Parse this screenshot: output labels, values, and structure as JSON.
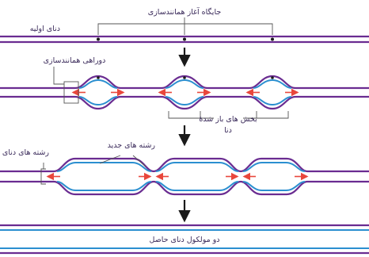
{
  "labels": {
    "origin_sites": "جایگاه آغاز همانندسازی",
    "parent_dna": "دنای اولیه",
    "replication_forks": "دوراهی همانندسازی",
    "replicated_parts": "بخش های باز شدهٔ",
    "replicated_parts_2": "دنا",
    "parent_strands": "رشته های دنای اولیه",
    "new_strands": "رشته های جدید",
    "result": "دو مولکول دنای حاصل"
  },
  "colors": {
    "parent_strand": "#6a2c91",
    "new_strand": "#2b8fd0",
    "arrow": "#e8473c",
    "origin_dot": "#1a1a1a",
    "step_arrow": "#1a1a1a",
    "label": "#3a2a5a"
  },
  "icons": [
    "step-down-arrow-icon",
    "fork-direction-arrow-icon"
  ]
}
